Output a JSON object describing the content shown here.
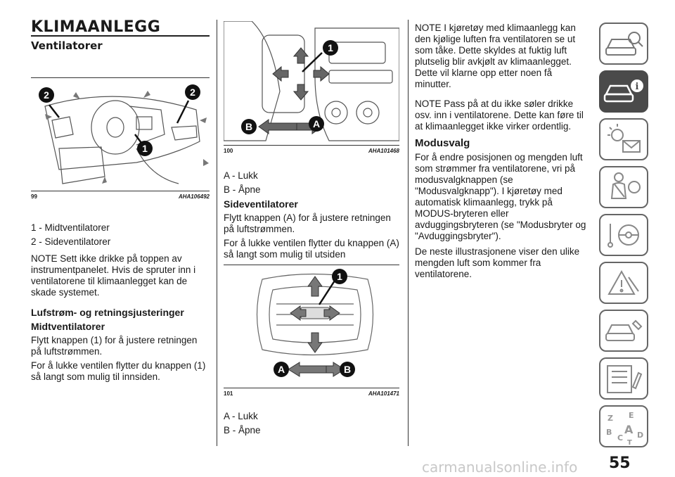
{
  "heading": "KLIMAANLEGG",
  "subheading": "Ventilatorer",
  "fig99": {
    "num": "99",
    "code": "AHA106492",
    "label_2a": "2",
    "label_2b": "2",
    "label_1": "1"
  },
  "list1": [
    "1 - Midtventilatorer",
    "2 - Sideventilatorer"
  ],
  "note1": "NOTE  Sett ikke drikke på toppen av instrumentpanelet. Hvis de spruter inn i ventilatorene til klimaanlegget kan de skade systemet.",
  "sec_air": "Lufstrøm- og retningsjusteringer",
  "sec_mid": "Midtventilatorer",
  "mid_p1": "Flytt knappen (1) for å justere retningen på luftstrømmen.",
  "mid_p2": "For å lukke ventilen flytter du knappen (1) så langt som mulig til innsiden.",
  "fig100": {
    "num": "100",
    "code": "AHA101468",
    "label_1": "1",
    "label_a": "A",
    "label_b": "B"
  },
  "ab1": [
    "A - Lukk",
    "B - Åpne"
  ],
  "sec_side": "Sideventilatorer",
  "side_p1": "Flytt knappen (A) for å justere retningen på luftstrømmen.",
  "side_p2": "For å lukke ventilen flytter du knappen (A) så langt som mulig til utsiden",
  "fig101": {
    "num": "101",
    "code": "AHA101471",
    "label_1": "1",
    "label_a": "A",
    "label_b": "B"
  },
  "ab2": [
    "A - Lukk",
    "B - Åpne"
  ],
  "note2": "NOTE  I kjøretøy med klimaanlegg kan den kjølige luften fra ventilatoren se ut som tåke. Dette skyldes at fuktig luft plutselig blir avkjølt av klimaanlegget. Dette vil klarne opp etter noen få minutter.",
  "note3": "NOTE  Pass på at du ikke søler drikke osv. inn i ventilatorene. Dette kan føre til at klimaanlegget ikke virker ordentlig.",
  "sec_mode": "Modusvalg",
  "mode_p1": "For å endre posisjonen og mengden luft som strømmer fra ventilatorene, vri på modusvalgknappen (se \"Modusvalgknapp\"). I kjøretøy med automatisk klimaanlegg, trykk på MODUS-bryteren eller avduggingsbryteren (se \"Modusbryter og \"Avduggingsbryter\").",
  "mode_p2": "De neste illustrasjonene viser den ulike mengden luft som kommer fra ventilatorene.",
  "page_number": "55",
  "watermark": "carmanualsonline.info",
  "tab_icons": [
    "car-search-icon",
    "car-info-icon",
    "warning-light-icon",
    "seatbelt-airbag-icon",
    "steering-wheel-icon",
    "warning-triangle-icon",
    "car-service-icon",
    "specs-list-icon",
    "alphabet-index-icon"
  ]
}
